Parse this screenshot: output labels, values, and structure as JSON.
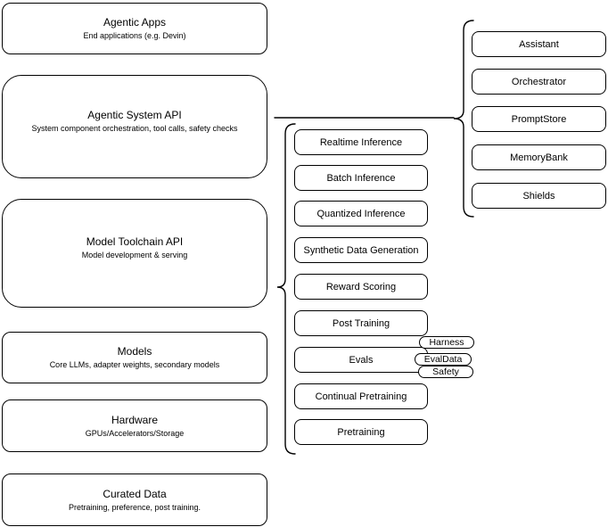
{
  "diagram": {
    "left_column": [
      {
        "title": "Agentic Apps",
        "subtitle": "End applications (e.g. Devin)"
      },
      {
        "title": "Agentic System API",
        "subtitle": "System component orchestration, tool calls, safety checks"
      },
      {
        "title": "Model Toolchain API",
        "subtitle": "Model development & serving"
      },
      {
        "title": "Models",
        "subtitle": "Core LLMs, adapter weights, secondary models"
      },
      {
        "title": "Hardware",
        "subtitle": "GPUs/Accelerators/Storage"
      },
      {
        "title": "Curated Data",
        "subtitle": "Pretraining, preference, post training."
      }
    ],
    "toolchain_services": [
      "Realtime Inference",
      "Batch Inference",
      "Quantized Inference",
      "Synthetic Data Generation",
      "Reward Scoring",
      "Post Training",
      "Evals",
      "Continual Pretraining",
      "Pretraining"
    ],
    "eval_tags": [
      "Harness",
      "EvalData",
      "Safety"
    ],
    "system_components": [
      "Assistant",
      "Orchestrator",
      "PromptStore",
      "MemoryBank",
      "Shields"
    ],
    "colors": {
      "stroke": "#000000",
      "background": "#ffffff",
      "text": "#000000"
    }
  }
}
